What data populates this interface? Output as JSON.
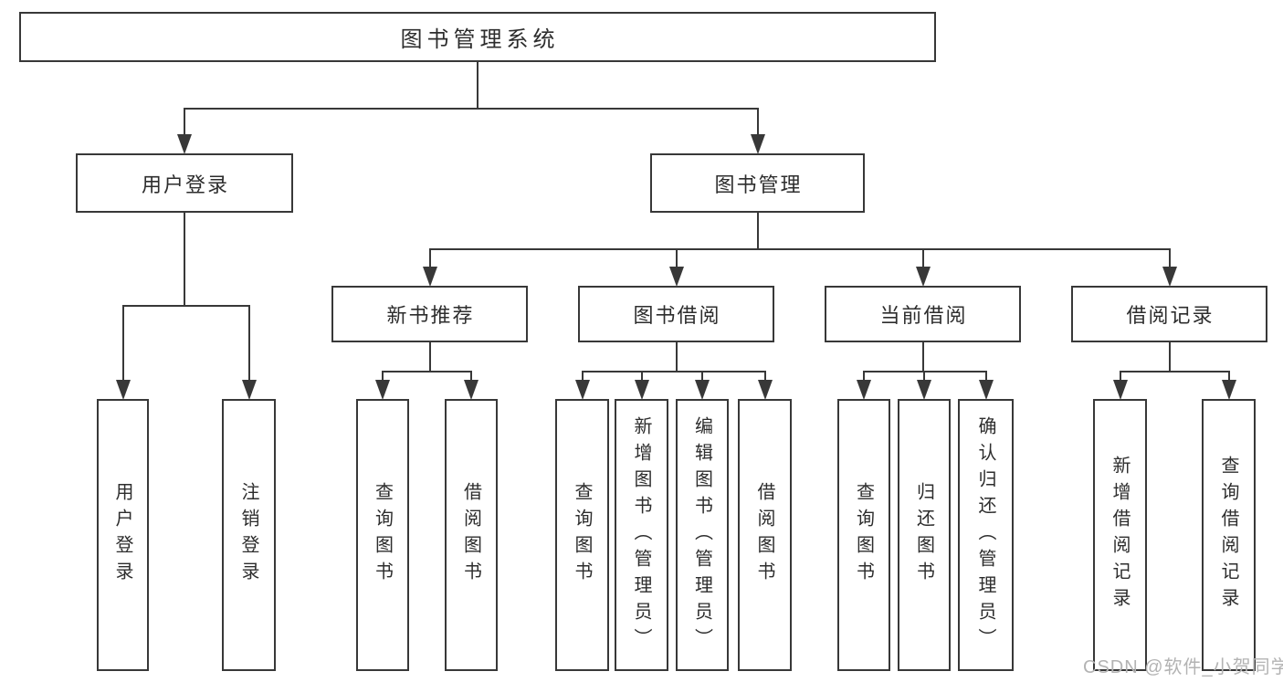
{
  "diagram": {
    "colors": {
      "line": "#383838",
      "box_border": "#383838",
      "box_fill": "#ffffff",
      "text": "#2d2d2d"
    },
    "nodes": [
      {
        "id": "root",
        "label": "图书管理系统"
      },
      {
        "id": "user-login",
        "label": "用户登录"
      },
      {
        "id": "book-mgmt",
        "label": "图书管理"
      },
      {
        "id": "new-book-rec",
        "label": "新书推荐"
      },
      {
        "id": "book-borrow",
        "label": "图书借阅"
      },
      {
        "id": "current-borrow",
        "label": "当前借阅"
      },
      {
        "id": "borrow-records",
        "label": "借阅记录"
      },
      {
        "id": "login",
        "label": "用户登录"
      },
      {
        "id": "logout",
        "label": "注销登录"
      },
      {
        "id": "query-book-1",
        "label": "查询图书"
      },
      {
        "id": "borrow-book-1",
        "label": "借阅图书"
      },
      {
        "id": "query-book-2",
        "label": "查询图书"
      },
      {
        "id": "add-book",
        "label": "新增图书（管理员）"
      },
      {
        "id": "edit-book",
        "label": "编辑图书（管理员）"
      },
      {
        "id": "borrow-book-2",
        "label": "借阅图书"
      },
      {
        "id": "query-book-3",
        "label": "查询图书"
      },
      {
        "id": "return-book",
        "label": "归还图书"
      },
      {
        "id": "confirm-return",
        "label": "确认归还（管理员）"
      },
      {
        "id": "add-borrow-record",
        "label": "新增借阅记录"
      },
      {
        "id": "query-borrow-record",
        "label": "查询借阅记录"
      }
    ],
    "edges": [
      {
        "parent": "root",
        "children": [
          "user-login",
          "book-mgmt"
        ]
      },
      {
        "parent": "user-login",
        "children": [
          "login",
          "logout"
        ]
      },
      {
        "parent": "book-mgmt",
        "children": [
          "new-book-rec",
          "book-borrow",
          "current-borrow",
          "borrow-records"
        ]
      },
      {
        "parent": "new-book-rec",
        "children": [
          "query-book-1",
          "borrow-book-1"
        ]
      },
      {
        "parent": "book-borrow",
        "children": [
          "query-book-2",
          "add-book",
          "edit-book",
          "borrow-book-2"
        ]
      },
      {
        "parent": "current-borrow",
        "children": [
          "query-book-3",
          "return-book",
          "confirm-return"
        ]
      },
      {
        "parent": "borrow-records",
        "children": [
          "add-borrow-record",
          "query-borrow-record"
        ]
      }
    ],
    "watermark": {
      "text": "CSDN @软件_小贺同学",
      "color": "#b3b3b3"
    }
  }
}
